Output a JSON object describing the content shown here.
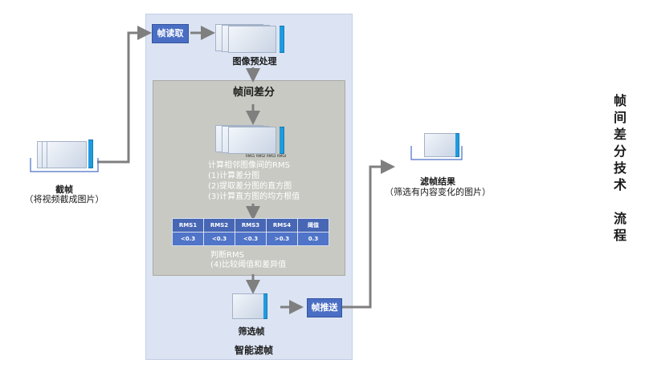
{
  "left": {
    "title": "截帧",
    "subtitle": "（将视频截成图片）"
  },
  "frame_read": "帧读取",
  "preprocess": "图像预处理",
  "diff_title": "帧间差分",
  "rms_mini": [
    "RMS1",
    "RMS2",
    "RMS3",
    "RMS4"
  ],
  "steps": [
    "计算相邻图像间的RMS",
    "(1)计算差分图",
    "(2)提取差分图的直方图",
    "(3)计算直方图的均方根值"
  ],
  "table": {
    "headers": [
      "RMS1",
      "RMS2",
      "RMS3",
      "RMS4",
      "阈值"
    ],
    "values": [
      "<0.3",
      "<0.3",
      "<0.3",
      ">0.3",
      "0.3"
    ]
  },
  "judge": [
    "判断RMS",
    "(4)比较阈值和差异值"
  ],
  "filter_frame": "筛选帧",
  "push_frame": "帧推送",
  "panel_title": "智能滤帧",
  "result": {
    "title": "滤帧结果",
    "subtitle": "（筛选有内容变化的图片）"
  },
  "vertical_title": [
    "帧",
    "间",
    "差",
    "分",
    "技",
    "术",
    "",
    "流",
    "程"
  ],
  "colors": {
    "accent": "#4a6ec4",
    "frame_blue": "#1e9be0",
    "panel": "#dce4f3",
    "inner": "#c8c9c2",
    "arrow": "#7f7f7f"
  }
}
